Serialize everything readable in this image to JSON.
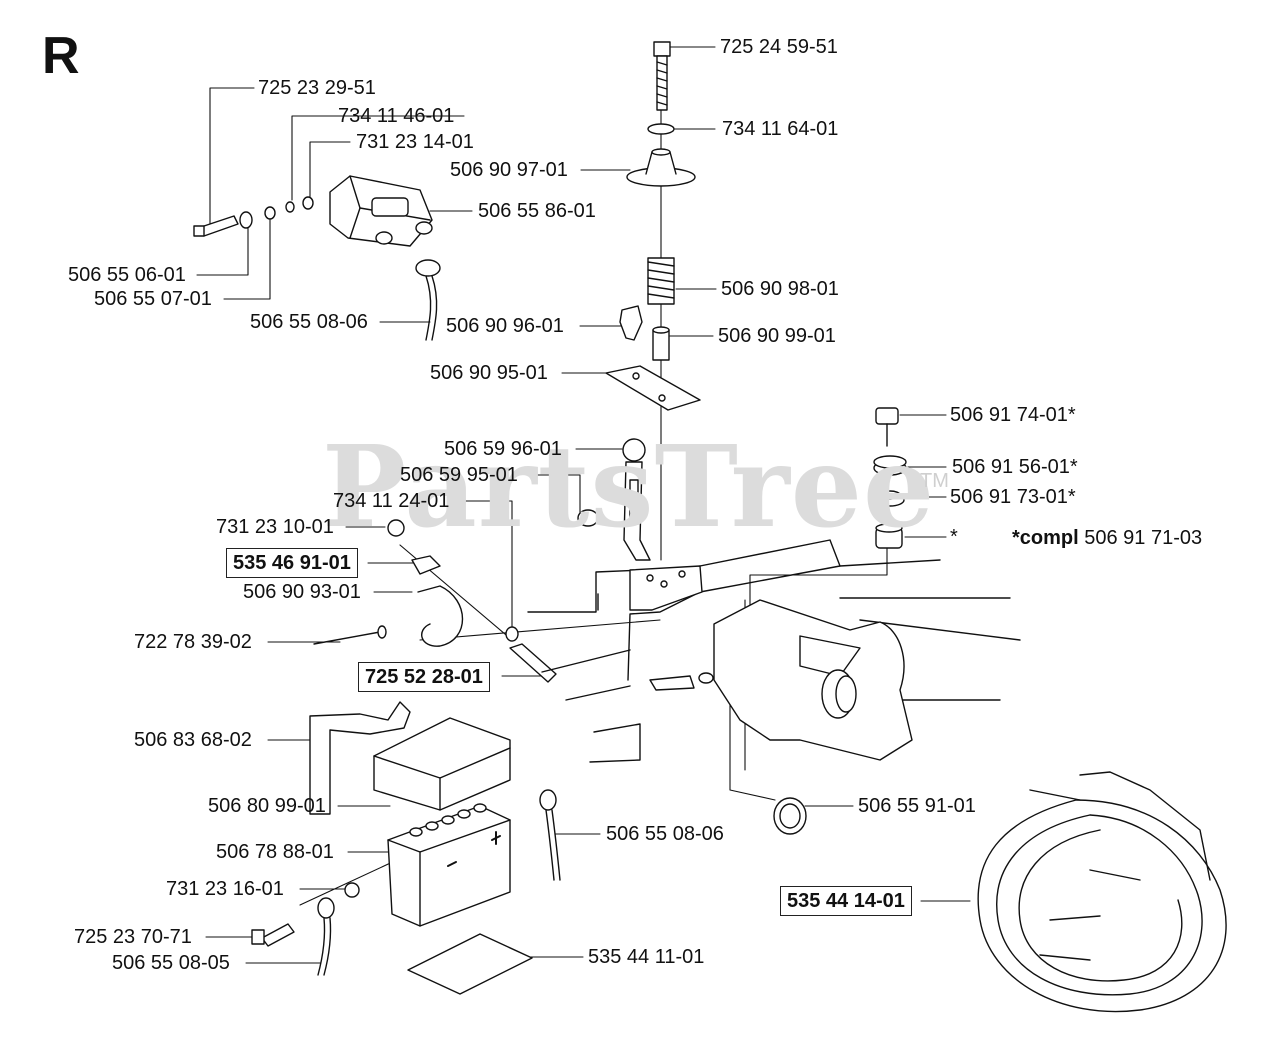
{
  "section_letter": "R",
  "watermark": "PartsTree",
  "watermark_tm": "TM",
  "compl_note": {
    "prefix": "*compl",
    "part": "506 91 71-03"
  },
  "labels": {
    "p725245951": "725 24 59-51",
    "p734116401": "734 11 64-01",
    "p506909701": "506 90 97-01",
    "p506909801": "506 90 98-01",
    "p506909601": "506 90 96-01",
    "p506909901": "506 90 99-01",
    "p506909501": "506 90 95-01",
    "p725232951": "725 23 29-51",
    "p734114601": "734 11 46-01",
    "p731231401": "731 23 14-01",
    "p506558601": "506 55 86-01",
    "p506550601": "506 55 06-01",
    "p506550701": "506 55 07-01",
    "p506550806a": "506 55 08-06",
    "p506917401": "506 91 74-01*",
    "p506915601": "506 91 56-01*",
    "p506917301": "506 91 73-01*",
    "pstar": "*",
    "p506599601": "506 59 96-01",
    "p506599501": "506 59 95-01",
    "p734112401": "734 11 24-01",
    "p731231001": "731 23 10-01",
    "p535469101": "535 46 91-01",
    "p506909301": "506 90 93-01",
    "p722783902": "722 78 39-02",
    "p725522801": "725 52 28-01",
    "p506836802": "506 83 68-02",
    "p506809901": "506 80 99-01",
    "p506788801": "506 78 88-01",
    "p731231601": "731 23 16-01",
    "p725237071": "725 23 70-71",
    "p506550805": "506 55 08-05",
    "p506550806b": "506 55 08-06",
    "p535441101": "535 44 11-01",
    "p506559101": "506 55 91-01",
    "p535441401": "535 44 14-01"
  }
}
